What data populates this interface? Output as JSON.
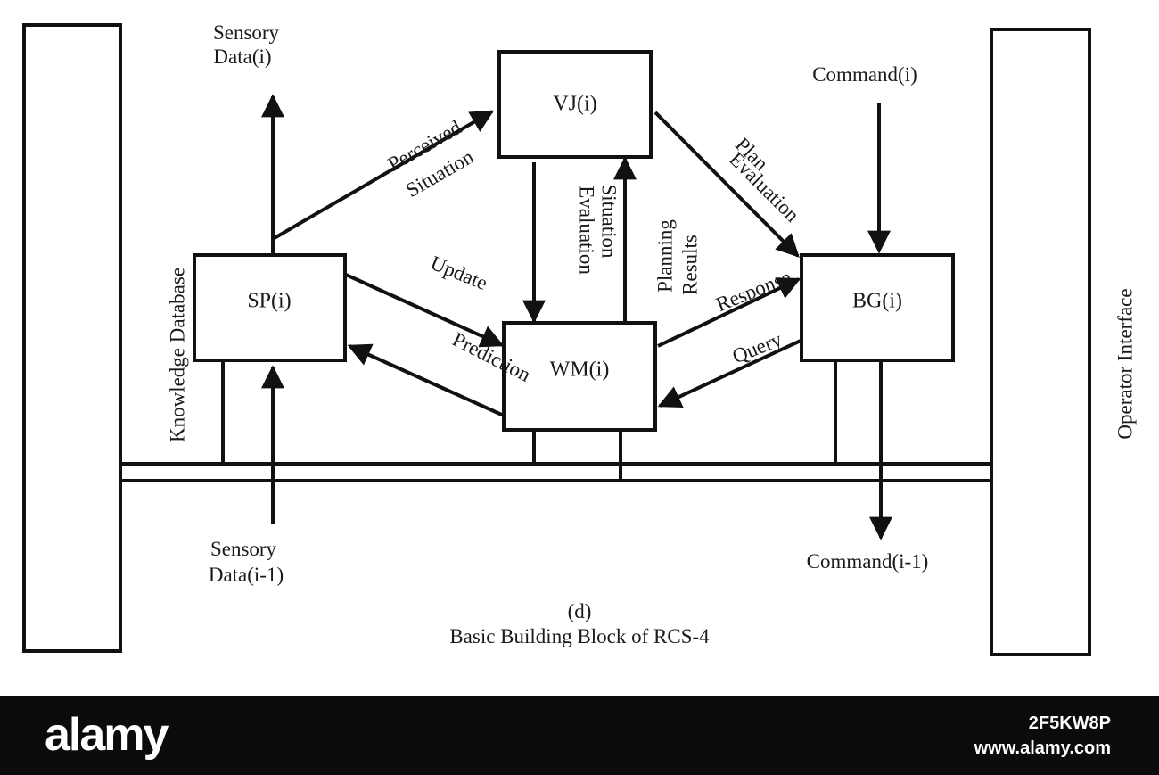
{
  "diagram": {
    "nodes": {
      "vj": "VJ(i)",
      "sp": "SP(i)",
      "wm": "WM(i)",
      "bg": "BG(i)"
    },
    "side_labels": {
      "knowledge_database": "Knowledge Database",
      "operator_interface": "Operator Interface"
    },
    "edge_labels": {
      "sensory_data_i_line1": "Sensory",
      "sensory_data_i_line2": "Data(i)",
      "perceived": "Perceived",
      "situation": "Situation",
      "situation_vertical": "Situation",
      "evaluation_vertical": "Evaluation",
      "plan": "Plan",
      "evaluation_diag": "Evaluation",
      "command_i": "Command(i)",
      "update": "Update",
      "prediction": "Prediction",
      "planning": "Planning",
      "results": "Results",
      "response": "Response",
      "query": "Query",
      "sensory_data_i1_line1": "Sensory",
      "sensory_data_i1_line2": "Data(i-1)",
      "command_i1": "Command(i-1)"
    },
    "caption": {
      "label": "(d)",
      "title": "Basic Building Block of RCS-4"
    }
  },
  "watermark": {
    "brand": "alamy",
    "image_id": "2F5KW8P",
    "url": "www.alamy.com"
  }
}
